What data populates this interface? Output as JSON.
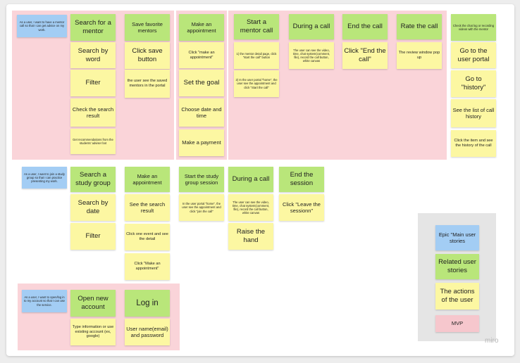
{
  "row1": {
    "story": "As a user, I want to have a mentor call so that I can get advice on my work.",
    "search_col": [
      "Search for a mentor",
      "Search by word",
      "Filter",
      "Check the search result",
      "Get recommendations from the students' adviser bot"
    ],
    "save_col": [
      "Save favorite mentors",
      "Click save button",
      "the user see the saved mentors in the portal"
    ],
    "appt_col": [
      "Make an appointment",
      "Click \"make an appointment\"",
      "Set the goal",
      "Choose date and time",
      "Make a payment"
    ],
    "start_col": [
      "Start a mentor call",
      "1) the mentor detail page, click \"start the call\" button",
      "2) In the user portal \"home\", the user see the appointment and click \"Start the call\""
    ],
    "during_col": [
      "During a call",
      "The user can see the video, time, chat system(comment, file), record the call button, white canvas"
    ],
    "end_col": [
      "End the call",
      "Click \"End the call\""
    ],
    "rate_col": [
      "Rate the call",
      "The review window pop up"
    ],
    "history_col": [
      "Check the chat log or recording videos with the mentor",
      "Go to the user portal",
      "Go to \"history\"",
      "See the list of call history",
      "Click the item and see the history of the call"
    ]
  },
  "row2": {
    "story": "As a user, I want to join a study group so that I can practice presenting my work.",
    "search_col": [
      "Search a study group",
      "Search by date",
      "Filter"
    ],
    "appt_col": [
      "Make an appointment",
      "See the search result",
      "Click one event and see the detail",
      "Click \"Make an appointment\""
    ],
    "start_col": [
      "Start the study group session",
      "In the user portal \"home\", the user see the appointment and click \"join the call\""
    ],
    "during_col": [
      "During a call",
      "The user can see the video, time, chat system(comment, file), record the call button, white canvas",
      "Raise the hand"
    ],
    "end_col": [
      "End the session",
      "Click \"Leave the sessionn\""
    ]
  },
  "row3": {
    "story": "As a user, I want to open/log in to my account so that I can use the service.",
    "open_col": [
      "Open new account",
      "Type information or use existing account (ex, google)"
    ],
    "login_col": [
      "Log in",
      "User name(email) and password"
    ]
  },
  "legend": {
    "epic": "Epic \"Main user stories",
    "related": "Related user stories",
    "actions": "The actions of the user",
    "mvp": "MVP"
  },
  "logo": "miro",
  "colors": {
    "green": "#b9e67a",
    "yellow": "#fcf7a2",
    "blue": "#a3cdf4",
    "pink": "#f6c7cd",
    "zone": "#fad4d9"
  }
}
